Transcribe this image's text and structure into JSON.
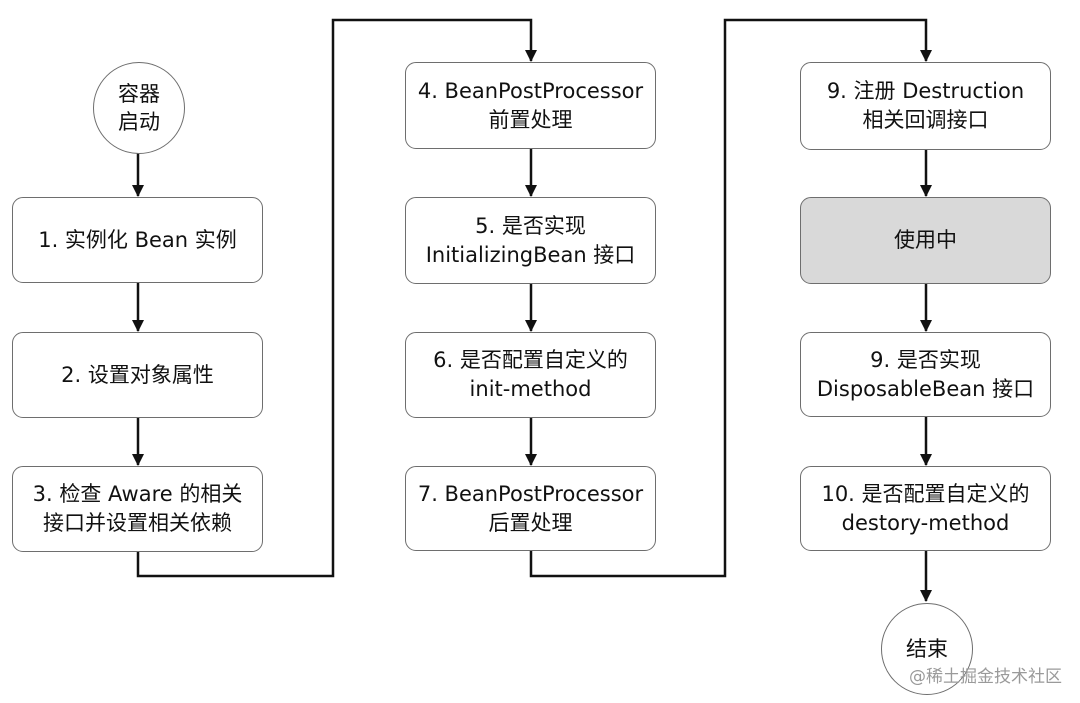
{
  "nodes": {
    "start": {
      "lines": [
        "容器",
        "启动"
      ]
    },
    "step_1": {
      "lines": [
        "1. 实例化 Bean 实例"
      ]
    },
    "step_2": {
      "lines": [
        "2. 设置对象属性"
      ]
    },
    "step_3": {
      "lines": [
        "3. 检查 Aware 的相关",
        "接口并设置相关依赖"
      ]
    },
    "step_4": {
      "lines": [
        "4. BeanPostProcessor",
        "前置处理"
      ]
    },
    "step_5": {
      "lines": [
        "5. 是否实现",
        "InitializingBean 接口"
      ]
    },
    "step_6": {
      "lines": [
        "6. 是否配置自定义的",
        "init-method"
      ]
    },
    "step_7": {
      "lines": [
        "7. BeanPostProcessor",
        "后置处理"
      ]
    },
    "step_9_register": {
      "lines": [
        "9. 注册 Destruction",
        "相关回调接口"
      ]
    },
    "in_use": {
      "lines": [
        "使用中"
      ],
      "fill": "#d9d9d9"
    },
    "step_9_disposable": {
      "lines": [
        "9. 是否实现",
        "DisposableBean 接口"
      ]
    },
    "step_10": {
      "lines": [
        "10. 是否配置自定义的",
        "destory-method"
      ]
    },
    "end": {
      "lines": [
        "结束"
      ]
    }
  },
  "watermark": "@稀土掘金技术社区",
  "colors": {
    "border": "#6e6e6e",
    "line": "#111111",
    "active_fill": "#d9d9d9",
    "background": "#ffffff"
  }
}
